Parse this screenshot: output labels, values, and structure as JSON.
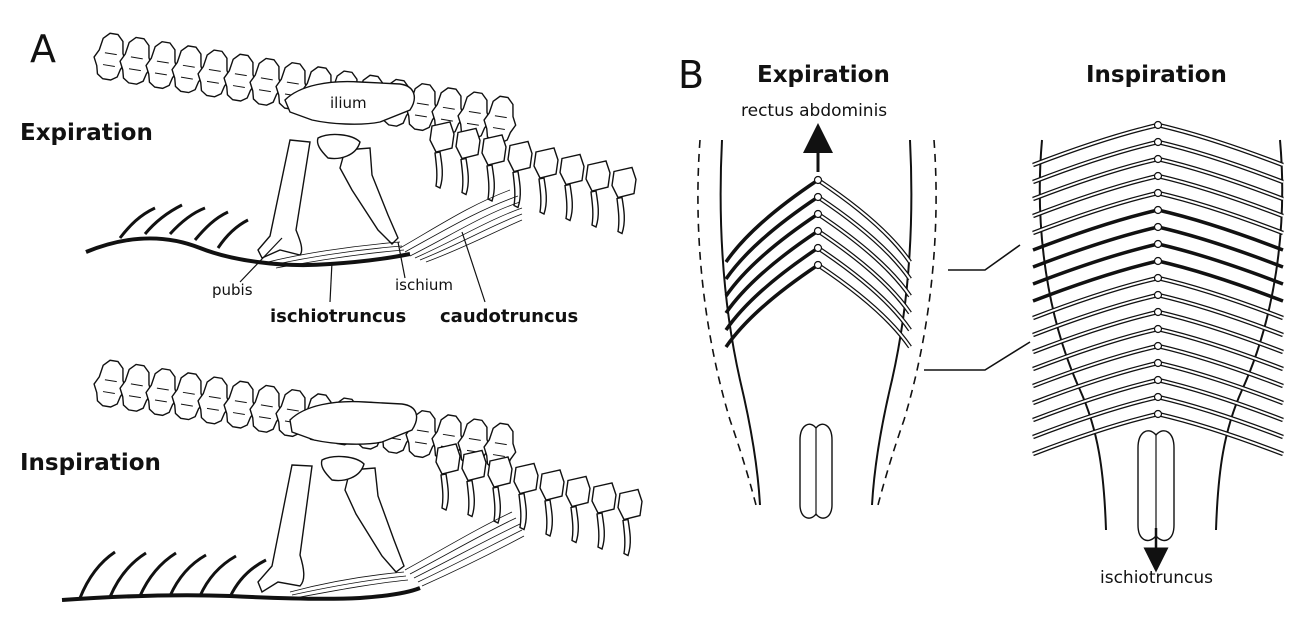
{
  "panel_a": {
    "letter": "A",
    "top_state": "Expiration",
    "bottom_state": "Inspiration",
    "labels": {
      "ilium": "ilium",
      "pubis": "pubis",
      "ischium": "ischium",
      "ischiotruncus": "ischiotruncus",
      "caudotruncus": "caudotruncus"
    }
  },
  "panel_b": {
    "letter": "B",
    "left_state": "Expiration",
    "right_state": "Inspiration",
    "labels": {
      "rectus_abdominis": "rectus abdominis",
      "ischiotruncus": "ischiotruncus"
    }
  }
}
